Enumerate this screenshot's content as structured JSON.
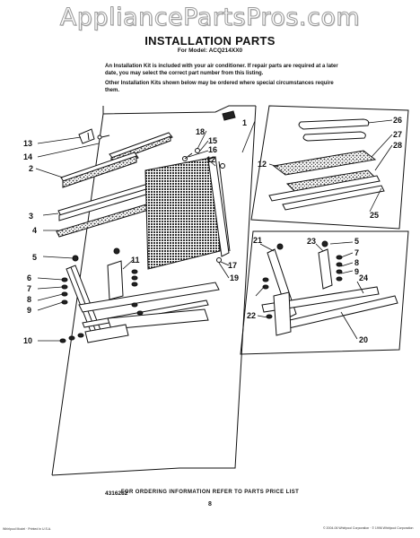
{
  "watermark": "AppliancePartsPros.com",
  "title": "INSTALLATION PARTS",
  "model_line": "For Model: ACQ214XX0",
  "paragraph1": "An Installation Kit is included with your air conditioner. If repair parts are required at a later date, you may select the correct part number from this listing.",
  "paragraph2": "Other Installation Kits shown below may be ordered where special circumstances require them.",
  "labels": {
    "l1": "1",
    "l2": "2",
    "l3": "3",
    "l4": "4",
    "l5": "5",
    "l6": "6",
    "l7": "7",
    "l8": "8",
    "l9": "9",
    "l10": "10",
    "l11": "11",
    "l12": "12",
    "l13": "13",
    "l14": "14",
    "l15": "15",
    "l16": "16",
    "l17": "17",
    "l18": "18",
    "l19": "19",
    "l20": "20",
    "l21": "21",
    "l22": "22",
    "l23": "23",
    "l24": "24",
    "l25": "25",
    "l26": "26",
    "l27": "27",
    "l28": "28"
  },
  "part_number": "4316282",
  "ordering_info": "FOR ORDERING INFORMATION REFER TO PARTS PRICE LIST",
  "page_number": "8",
  "copyright": "© 2004-06 Whirlpool Corporation · © 1996 Whirlpool Corporation",
  "fine_print": "Whirlpool Model · Printed in U.S.A."
}
